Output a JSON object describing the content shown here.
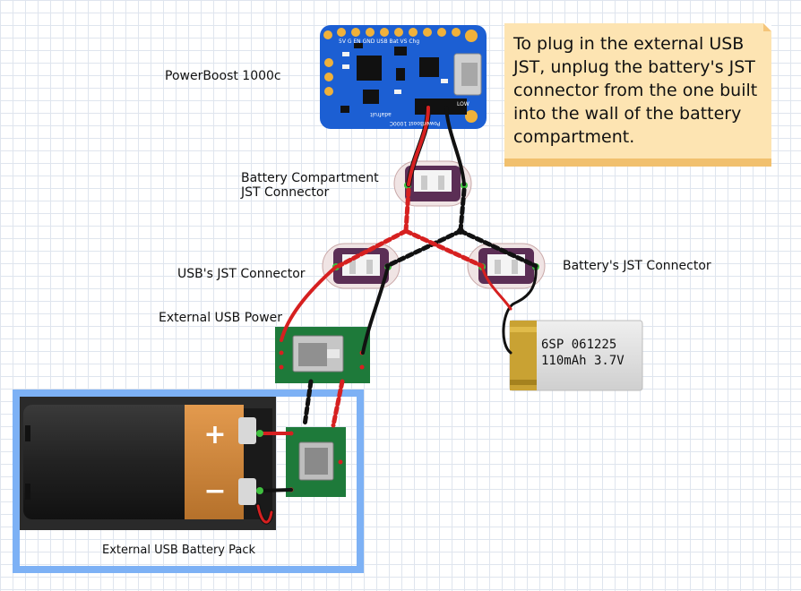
{
  "labels": {
    "powerboost": "PowerBoost 1000c",
    "battery_compartment_line1": "Battery Compartment",
    "battery_compartment_line2": "JST Connector",
    "usb_jst": "USB's JST Connector",
    "battery_jst": "Battery's JST Connector",
    "external_usb_power": "External USB Power",
    "external_usb_battery_pack": "External USB Battery Pack"
  },
  "note": {
    "text": "To plug in the external USB JST, unplug the battery's JST connector from the one built into the wall of the battery compartment."
  },
  "lipo": {
    "line1": "6SP 061225",
    "line2": "110mAh 3.7V"
  },
  "board": {
    "pins": "5V  G  EN GND  USB Bat VS  Chg",
    "silk": "PowerBoost 1000C",
    "brand": "adafruit",
    "low": "LOW"
  },
  "battery_pack": {
    "plus": "+",
    "minus": "−"
  },
  "colors": {
    "board_blue": "#1c5fd3",
    "pcb_green": "#1e7a3a",
    "wire_red": "#d62020",
    "wire_black": "#1a1a1a",
    "frame_blue": "#7db1f5",
    "note_bg": "#fde4b2",
    "battery_gold": "#c9a233"
  }
}
